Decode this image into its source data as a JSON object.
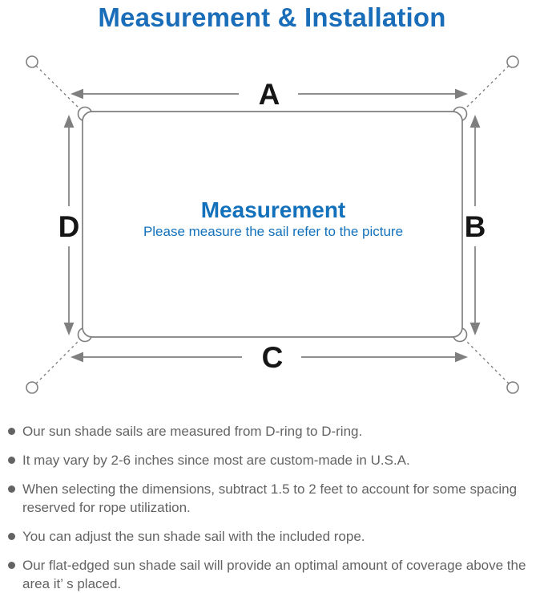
{
  "title": "Measurement & Installation",
  "colors": {
    "title_blue": "#1a6db8",
    "center_blue": "#1371bc",
    "line_gray": "#7f7f7f",
    "text_gray": "#636363"
  },
  "diagram": {
    "center_title": "Measurement",
    "center_subtitle": "Please measure the sail refer to the picture",
    "labels": {
      "top": "A",
      "right": "B",
      "bottom": "C",
      "left": "D"
    }
  },
  "notes": {
    "items": [
      "Our sun shade sails are measured from D-ring to D-ring.",
      "It may vary by 2-6 inches since most are custom-made in U.S.A.",
      "When selecting the dimensions, subtract 1.5 to 2 feet to account for some spacing reserved for rope utilization.",
      "You can adjust the sun shade sail with the included rope.",
      "Our flat-edged sun shade sail will provide an optimal amount of coverage above the area it’ s placed."
    ]
  }
}
